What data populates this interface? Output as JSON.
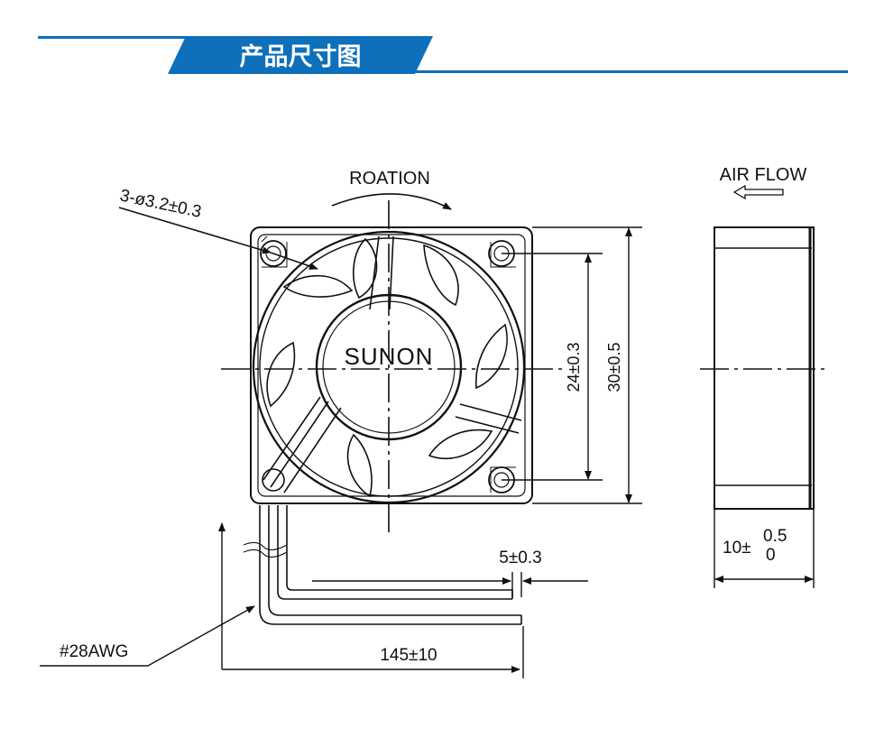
{
  "header": {
    "title": "产品尺寸图",
    "accent_color": "#0e6fba"
  },
  "drawing": {
    "rotation_label": "ROATION",
    "hole_label": "3-ø3.2±0.3",
    "brand": "SUNON",
    "airflow_label": "AIR FLOW",
    "dim_inner": "24±0.3",
    "dim_outer": "30±0.5",
    "dim_thickness_base": "10±",
    "dim_thickness_upper": "0.5",
    "dim_thickness_lower": "0",
    "dim_wire_strip": "5±0.3",
    "dim_wire_length": "145±10",
    "wire_gauge": "#28AWG",
    "line_color": "#111111"
  }
}
